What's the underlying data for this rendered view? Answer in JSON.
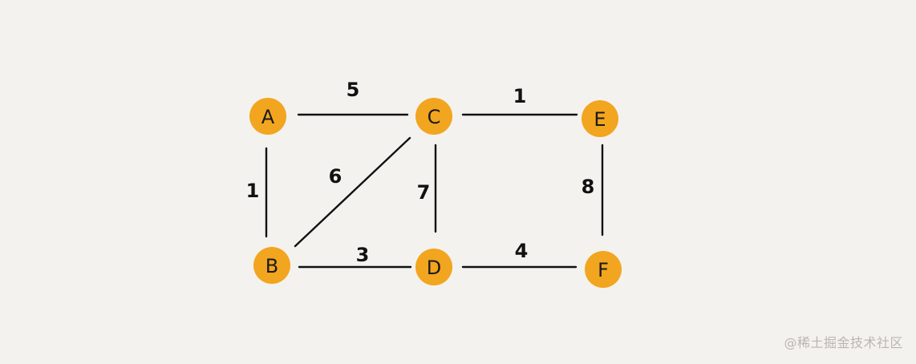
{
  "diagram": {
    "nodes": [
      {
        "id": "A",
        "label": "A"
      },
      {
        "id": "B",
        "label": "B"
      },
      {
        "id": "C",
        "label": "C"
      },
      {
        "id": "D",
        "label": "D"
      },
      {
        "id": "E",
        "label": "E"
      },
      {
        "id": "F",
        "label": "F"
      }
    ],
    "edges": [
      {
        "from": "A",
        "to": "C",
        "weight": "5"
      },
      {
        "from": "C",
        "to": "E",
        "weight": "1"
      },
      {
        "from": "A",
        "to": "B",
        "weight": "1"
      },
      {
        "from": "B",
        "to": "C",
        "weight": "6"
      },
      {
        "from": "C",
        "to": "D",
        "weight": "7"
      },
      {
        "from": "E",
        "to": "F",
        "weight": "8"
      },
      {
        "from": "B",
        "to": "D",
        "weight": "3"
      },
      {
        "from": "D",
        "to": "F",
        "weight": "4"
      }
    ]
  },
  "watermark": "@稀土掘金技术社区",
  "colors": {
    "background": "#f4f2ee",
    "node_fill": "#f2a51f",
    "edge_stroke": "#111111",
    "text": "#1a1a1a"
  }
}
